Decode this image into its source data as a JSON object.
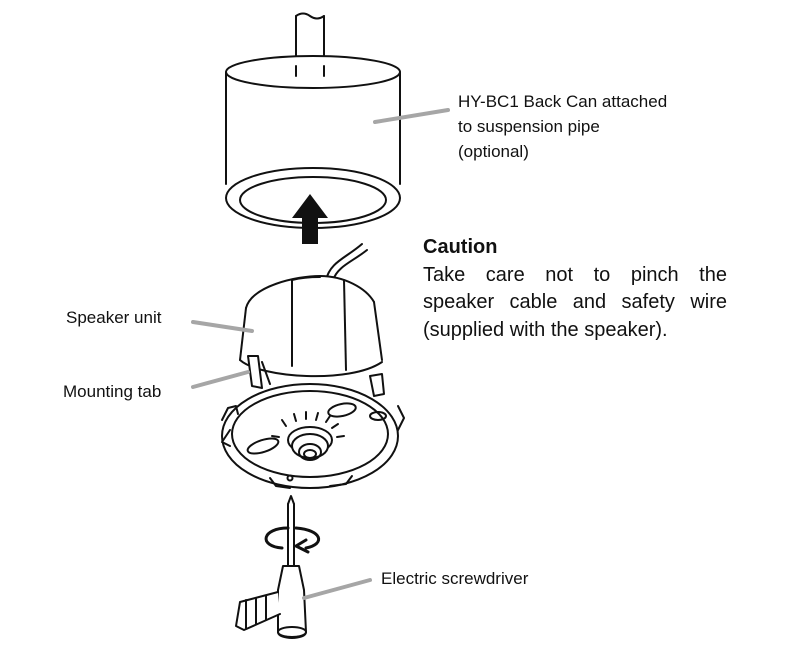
{
  "labels": {
    "back_can": {
      "line1": "HY-BC1 Back Can attached",
      "line2": "to suspension pipe",
      "line3": "(optional)"
    },
    "speaker_unit": "Speaker unit",
    "mounting_tab": "Mounting tab",
    "electric_screwdriver": "Electric screwdriver"
  },
  "caution": {
    "title": "Caution",
    "lines": [
      "Take care not to pinch the",
      "speaker cable and safety wire",
      "(supplied with the speaker)."
    ]
  },
  "colors": {
    "line_art": "#111111",
    "leader_lines": "#a6a6a6",
    "background": "#ffffff"
  }
}
